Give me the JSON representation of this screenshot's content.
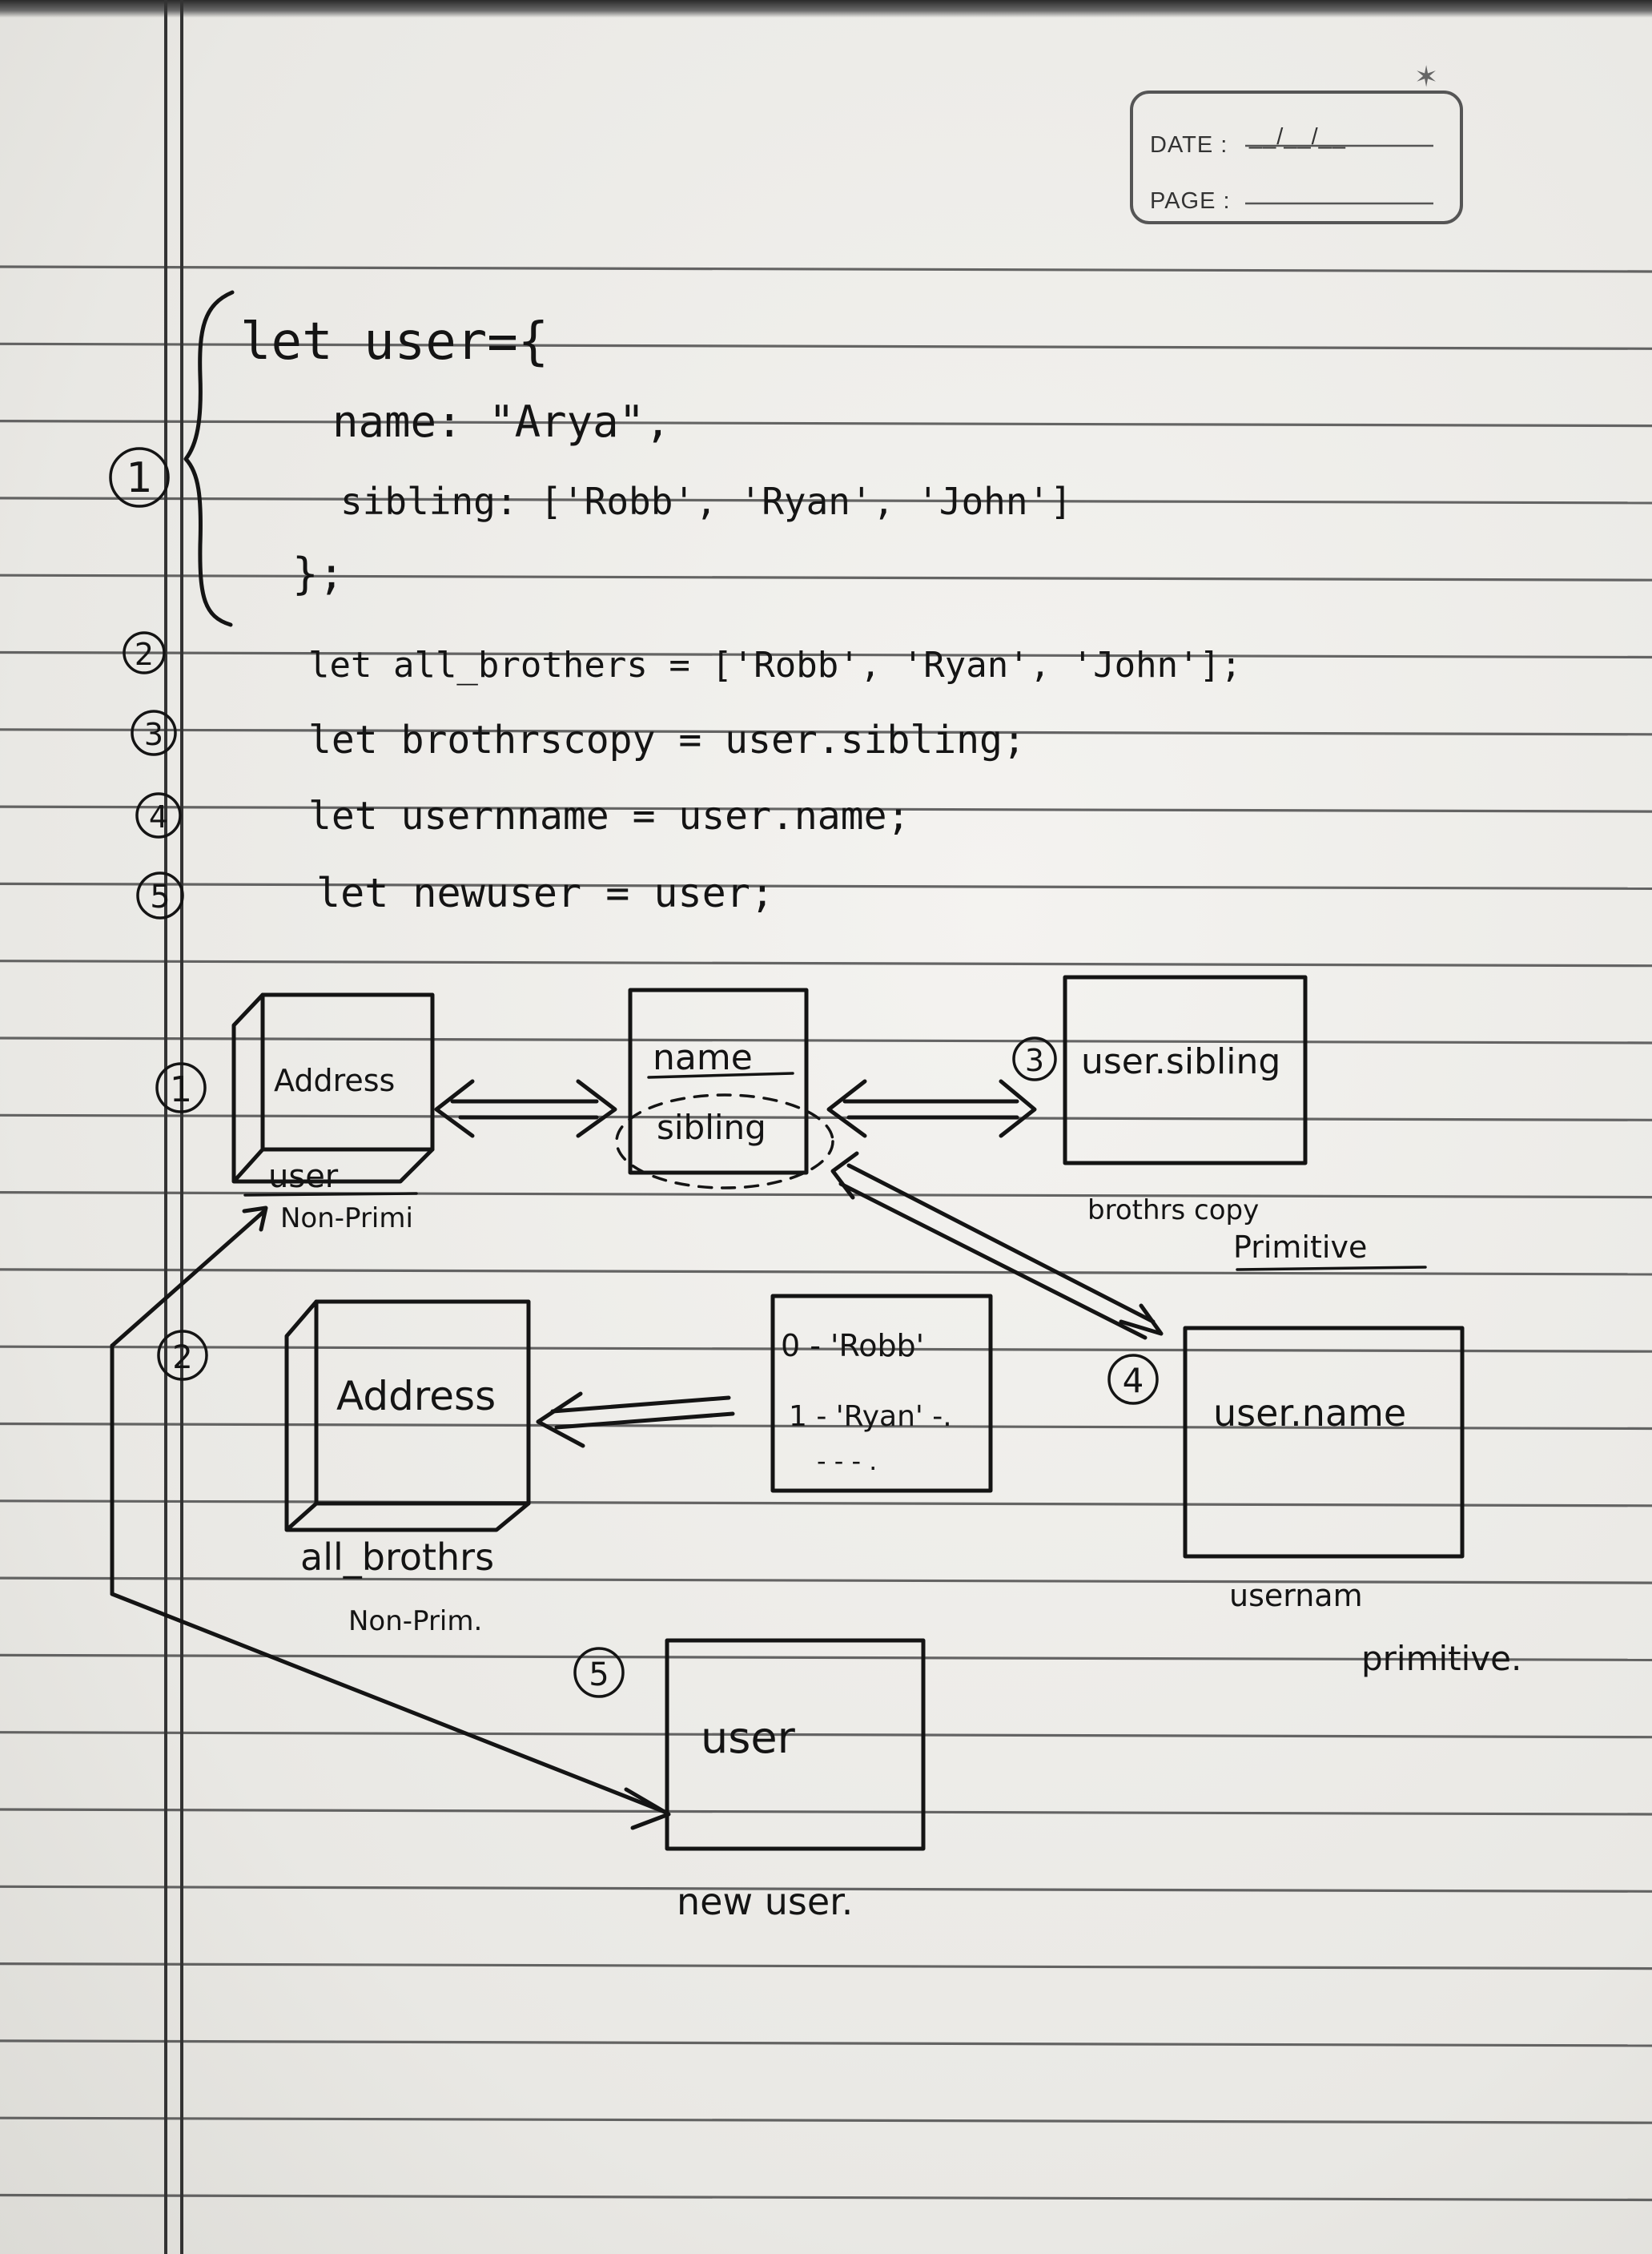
{
  "header": {
    "date_label": "DATE :",
    "date_value": "__/__/__",
    "page_label": "PAGE :"
  },
  "code_block": {
    "markers": [
      "1",
      "2",
      "3",
      "4",
      "5"
    ],
    "lines": [
      "let user={",
      "name: \"Arya\",",
      "sibling: ['Robb', 'Ryan', 'John']",
      "};",
      "let all_brothers = ['Robb', 'Ryan', 'John'];",
      "let brothrscopy = user.sibling;",
      "let usernname = user.name;",
      "let newuser = user;"
    ]
  },
  "diagram": {
    "box1": {
      "marker": "1",
      "inner": "Address",
      "below": "user",
      "type_note": "Non-Primi"
    },
    "object_box": {
      "field1": "name",
      "field2": "sibling"
    },
    "box3": {
      "marker": "3",
      "inner": "user.sibling",
      "below": "brothrs copy",
      "type_note": "Primitive"
    },
    "box2": {
      "marker": "2",
      "inner": "Address",
      "below": "all_brothrs",
      "type_note": "Non-Prim."
    },
    "array_box": {
      "row0": "0 - 'Robb'",
      "row1": "1 - 'Ryan' -.",
      "more": "- - - ."
    },
    "box4": {
      "marker": "4",
      "inner": "user.name",
      "below": "usernam",
      "type_note": "primitive."
    },
    "box5": {
      "marker": "5",
      "inner": "user",
      "below": "new user."
    }
  }
}
